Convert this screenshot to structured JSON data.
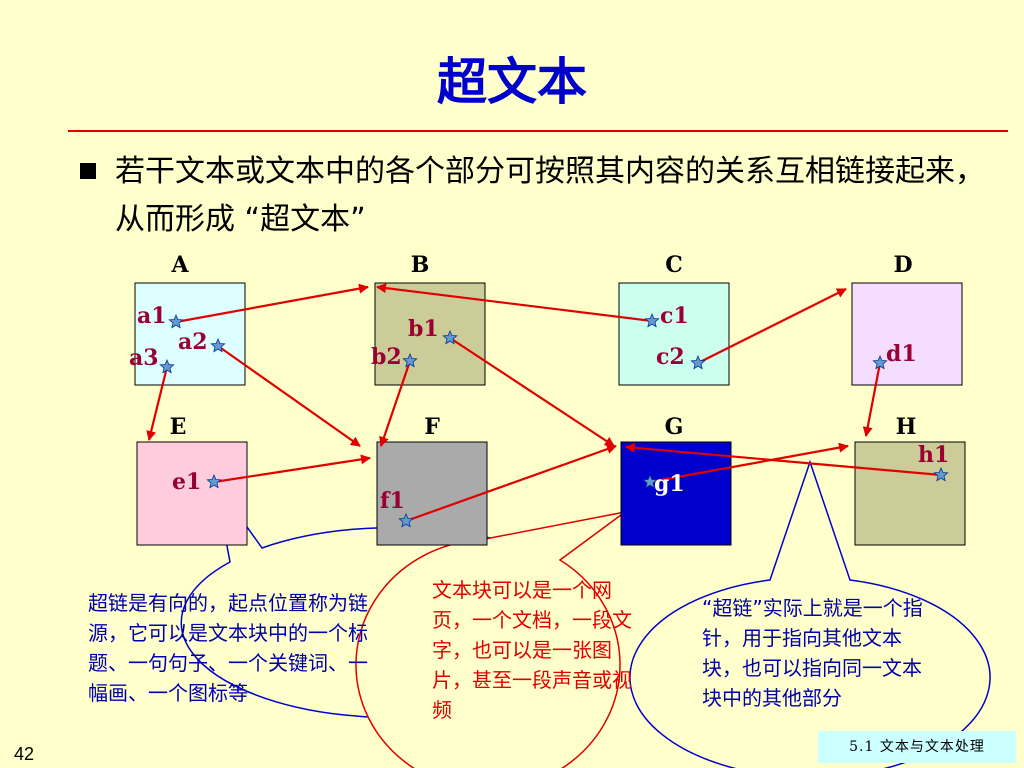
{
  "title": "超文本",
  "bullet": "若干文本或文本中的各个部分可按照其内容的关系互相链接起来，从而形成 “超文本”",
  "diagram": {
    "blocks": [
      {
        "id": "A",
        "label": "A"
      },
      {
        "id": "B",
        "label": "B"
      },
      {
        "id": "C",
        "label": "C"
      },
      {
        "id": "D",
        "label": "D"
      },
      {
        "id": "E",
        "label": "E"
      },
      {
        "id": "F",
        "label": "F"
      },
      {
        "id": "G",
        "label": "G"
      },
      {
        "id": "H",
        "label": "H"
      }
    ],
    "anchors": [
      "a1",
      "a2",
      "a3",
      "b1",
      "b2",
      "c1",
      "c2",
      "d1",
      "e1",
      "f1",
      "g1",
      "h1"
    ],
    "links": [
      {
        "from": "a1",
        "to": "B"
      },
      {
        "from": "a2",
        "to": "F"
      },
      {
        "from": "a3",
        "to": "E"
      },
      {
        "from": "c1",
        "to": "B"
      },
      {
        "from": "c2",
        "to": "D"
      },
      {
        "from": "b1",
        "to": "G"
      },
      {
        "from": "b2",
        "to": "F"
      },
      {
        "from": "d1",
        "to": "H"
      },
      {
        "from": "e1",
        "to": "F"
      },
      {
        "from": "f1",
        "to": "G"
      },
      {
        "from": "h1",
        "to": "G"
      },
      {
        "from": "g1",
        "to": "H"
      }
    ]
  },
  "callouts": {
    "left": "超链是有向的，起点位置称为链源，它可以是文本块中的一个标题、一句句子、一个关键词、一幅画、一个图标等",
    "middle": "文本块可以是一个网页，一个文档，一段文字，也可以是一张图片，甚至一段声音或视频",
    "right": "“超链”实际上就是一个指针，用于指向其他文本块，也可以指向同一文本块中的其他部分"
  },
  "colors": {
    "title": "#0000CC",
    "rule": "#E00000",
    "link_arrow": "#E00000",
    "block_A": "#DDFFFF",
    "block_B": "#CCCC99",
    "block_C": "#CCFFEE",
    "block_D": "#F5DDFF",
    "block_E": "#FFCCDD",
    "block_F": "#AAAAAA",
    "block_G": "#0000CC",
    "block_H": "#CCCC99",
    "anchor_label": "#990033",
    "star": "#6699CC",
    "callout_left_text": "#0000AA",
    "callout_middle_text": "#E00000",
    "callout_right_text": "#0000AA"
  },
  "footer": "5.1  文本与文本处理",
  "page_number": "42"
}
